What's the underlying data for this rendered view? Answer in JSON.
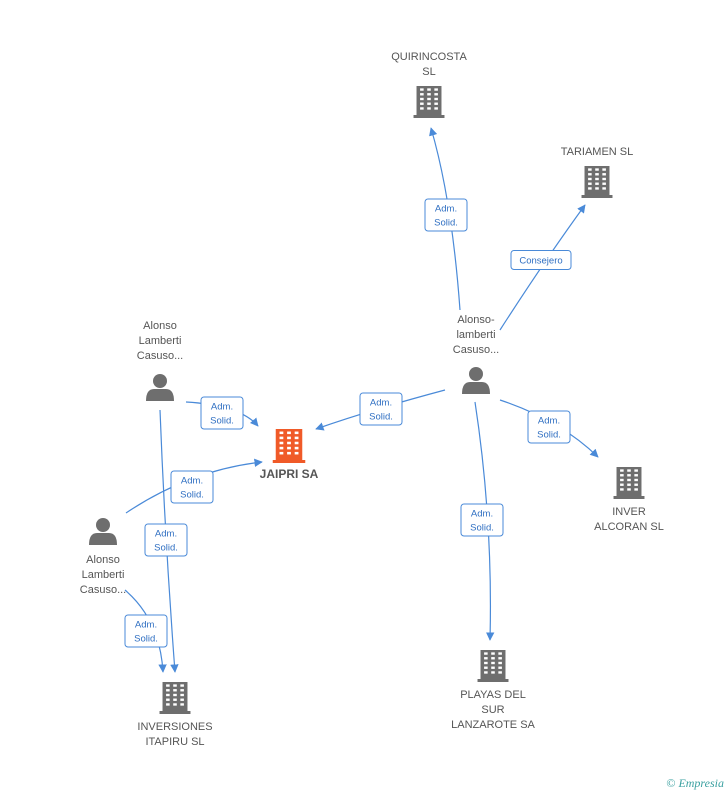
{
  "nodes": {
    "jaipri": {
      "label": [
        "JAIPRI SA"
      ],
      "kind": "company",
      "highlight": true
    },
    "quirincosta": {
      "label": [
        "QUIRINCOSTA",
        "SL"
      ],
      "kind": "company"
    },
    "tariamen": {
      "label": [
        "TARIAMEN SL"
      ],
      "kind": "company"
    },
    "inver_alcoran": {
      "label": [
        "INVER",
        "ALCORAN SL"
      ],
      "kind": "company"
    },
    "playas": {
      "label": [
        "PLAYAS DEL",
        "SUR",
        "LANZAROTE SA"
      ],
      "kind": "company"
    },
    "inversiones": {
      "label": [
        "INVERSIONES",
        "ITAPIRU SL"
      ],
      "kind": "company"
    },
    "person_a": {
      "label": [
        "Alonso",
        "Lamberti",
        "Casuso..."
      ],
      "kind": "person"
    },
    "person_b": {
      "label": [
        "Alonso-",
        "lamberti",
        "Casuso..."
      ],
      "kind": "person"
    },
    "person_c": {
      "label": [
        "Alonso",
        "Lamberti",
        "Casuso..."
      ],
      "kind": "person"
    }
  },
  "edges": [
    {
      "id": "e1",
      "label": [
        "Adm.",
        "Solid."
      ]
    },
    {
      "id": "e2",
      "label": [
        "Consejero"
      ]
    },
    {
      "id": "e3",
      "label": [
        "Adm.",
        "Solid."
      ]
    },
    {
      "id": "e4",
      "label": [
        "Adm.",
        "Solid."
      ]
    },
    {
      "id": "e5",
      "label": [
        "Adm.",
        "Solid."
      ]
    },
    {
      "id": "e6",
      "label": [
        "Adm.",
        "Solid."
      ]
    },
    {
      "id": "e7",
      "label": [
        "Adm.",
        "Solid."
      ]
    },
    {
      "id": "e8",
      "label": [
        "Adm.",
        "Solid."
      ]
    },
    {
      "id": "e9",
      "label": [
        "Adm.",
        "Solid."
      ]
    }
  ],
  "colors": {
    "company": "#6e6e6e",
    "highlight": "#f05a28",
    "person": "#6e6e6e",
    "edge": "#4a8ad8"
  },
  "footer": {
    "copyright": "©",
    "brand": "Empresia"
  }
}
